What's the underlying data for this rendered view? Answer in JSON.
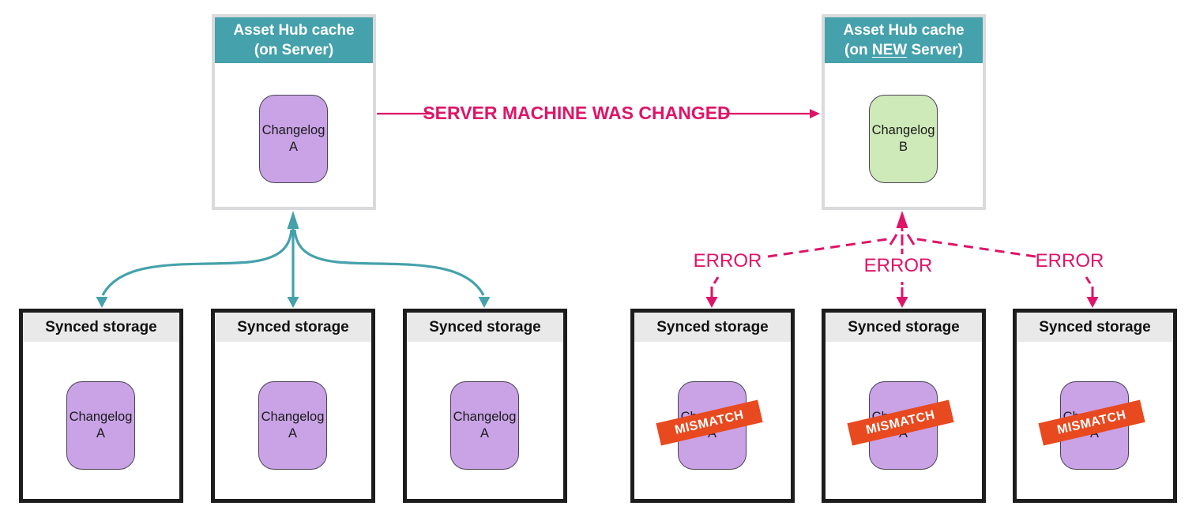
{
  "colors": {
    "teal": "#45a1ab",
    "pink": "#de1468",
    "purple": "#c9a3e6",
    "green": "#cfeab9",
    "orange": "#e8491f",
    "grayhead": "#e9e9e9"
  },
  "cache_left": {
    "title": "Asset Hub cache",
    "subtitle": "(on Server)",
    "chip": "Changelog A"
  },
  "cache_right": {
    "title": "Asset Hub cache",
    "subtitle_pre": "(on ",
    "subtitle_new": "NEW",
    "subtitle_post": " Server)",
    "chip": "Changelog B"
  },
  "transition": {
    "label": "SERVER MACHINE WAS CHANGED"
  },
  "errors": {
    "left": "ERROR",
    "middle": "ERROR",
    "right": "ERROR"
  },
  "synced_left": [
    {
      "header": "Synced storage",
      "chip": "Changelog A"
    },
    {
      "header": "Synced storage",
      "chip": "Changelog A"
    },
    {
      "header": "Synced storage",
      "chip": "Changelog A"
    }
  ],
  "synced_right": [
    {
      "header": "Synced storage",
      "chip": "Changelog A",
      "stamp": "MISMATCH"
    },
    {
      "header": "Synced storage",
      "chip": "Changelog A",
      "stamp": "MISMATCH"
    },
    {
      "header": "Synced storage",
      "chip": "Changelog A",
      "stamp": "MISMATCH"
    }
  ]
}
